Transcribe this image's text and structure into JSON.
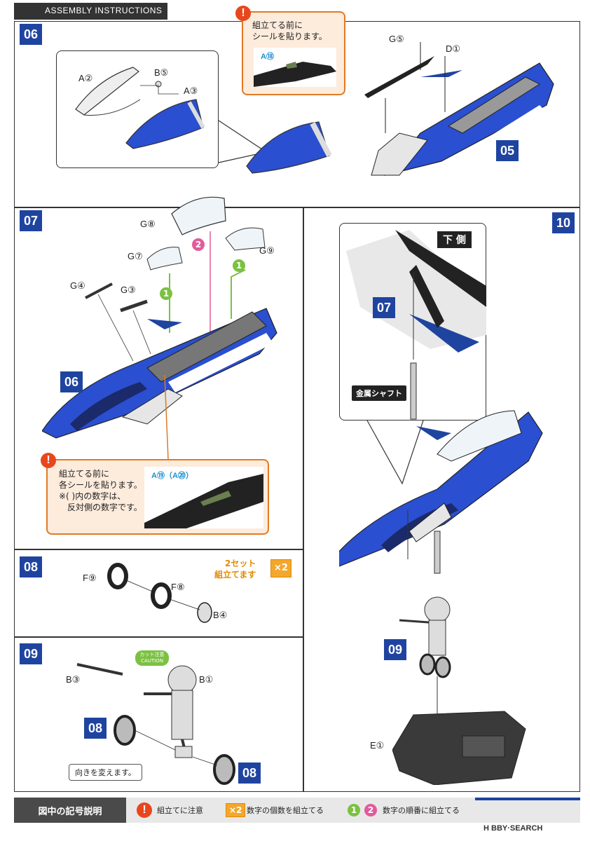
{
  "header": {
    "title": "ASSEMBLY INSTRUCTIONS"
  },
  "steps": {
    "s06": {
      "number": "06",
      "labels": {
        "a2": "A②",
        "b5": "B⑤",
        "a3": "A③",
        "g5": "G⑤",
        "d1": "D①",
        "a18": "A⑱"
      },
      "note": "組立てる前に\nシールを貼ります。",
      "ref": "05"
    },
    "s07": {
      "number": "07",
      "labels": {
        "g8": "G⑧",
        "g7": "G⑦",
        "g9": "G⑨",
        "g4": "G④",
        "g3": "G③",
        "a19": "A⑲（A⑳）"
      },
      "order": {
        "one": "1",
        "two": "2"
      },
      "note": "組立てる前に\n各シールを貼ります。\n※( )内の数字は、\n　反対側の数字です。",
      "ref": "06"
    },
    "s08": {
      "number": "08",
      "labels": {
        "f9": "F⑨",
        "f8": "F⑧",
        "b4": "B④"
      },
      "set": "2セット\n組立てます",
      "x2": "×2"
    },
    "s09": {
      "number": "09",
      "labels": {
        "b3": "B③",
        "b1": "B①"
      },
      "caution": "カット注意\nCAUTION",
      "note": "向きを変えます。",
      "ref_a": "08",
      "ref_b": "08"
    },
    "s10": {
      "number": "10",
      "bottom_tag": "下 側",
      "shaft": "金属シャフト",
      "labels": {
        "e1": "E①"
      },
      "ref_07": "07",
      "ref_09": "09"
    }
  },
  "legend": {
    "title": "図中の記号説明",
    "item1": "組立てに注意",
    "item2": "数字の個数を組立てる",
    "item3": "数字の順番に組立てる",
    "x2": "×2",
    "one": "1",
    "two": "2"
  },
  "watermark": "H BBY·SEARCH",
  "colors": {
    "blue": "#1f44a0",
    "orange": "#e07a25",
    "green": "#7cc142",
    "pink": "#e25b9c"
  }
}
